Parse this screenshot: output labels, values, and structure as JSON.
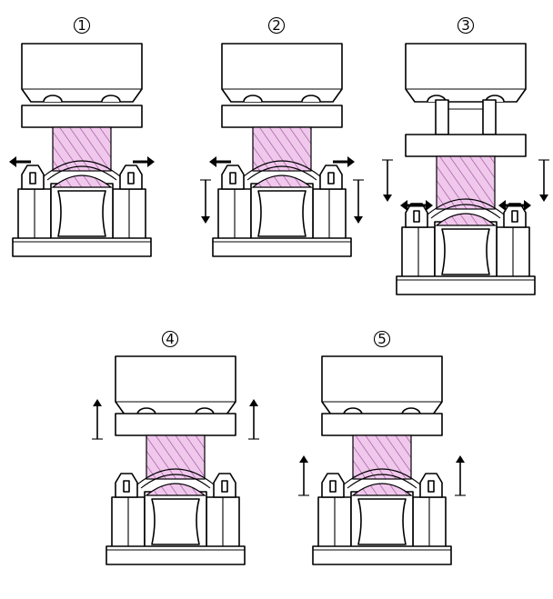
{
  "colors": {
    "workpiece_fill": "#f0c8ec",
    "workpiece_hatch": "#9a4f9a",
    "outline": "#000000",
    "background": "#ffffff"
  },
  "steps": [
    {
      "label": "1",
      "arrows": "horizontal-out",
      "upper_die": "closed"
    },
    {
      "label": "2",
      "arrows": "horizontal-out-and-down",
      "upper_die": "closed"
    },
    {
      "label": "3",
      "arrows": "down-and-horizontal",
      "upper_die": "pressing"
    },
    {
      "label": "4",
      "arrows": "up",
      "upper_die": "retracting"
    },
    {
      "label": "5",
      "arrows": "up",
      "upper_die": "retracting"
    }
  ]
}
